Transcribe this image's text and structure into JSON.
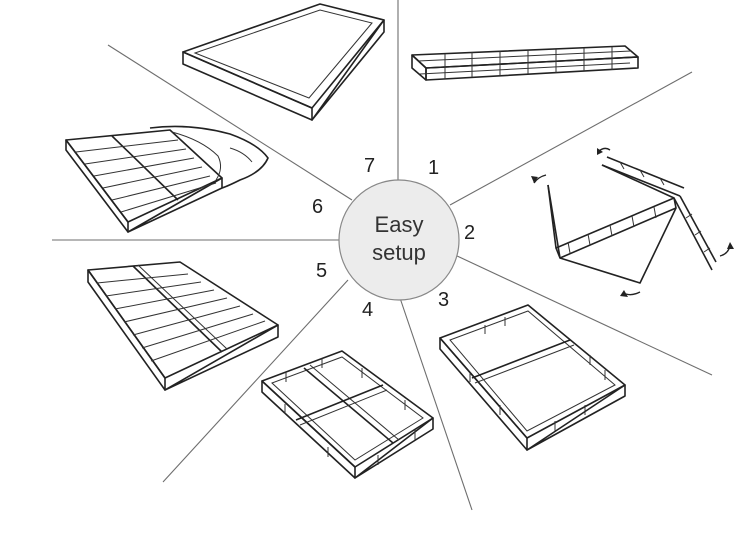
{
  "center": {
    "line1": "Easy",
    "line2": "setup"
  },
  "steps": [
    {
      "number": "1",
      "label": ""
    },
    {
      "number": "2",
      "label": ""
    },
    {
      "number": "3",
      "label": ""
    },
    {
      "number": "4",
      "label": ""
    },
    {
      "number": "5",
      "label": ""
    },
    {
      "number": "6",
      "label": ""
    },
    {
      "number": "7",
      "label": ""
    }
  ],
  "colors": {
    "line": "#6e6e6e",
    "circle_fill": "#ececec",
    "ink": "#222222"
  }
}
